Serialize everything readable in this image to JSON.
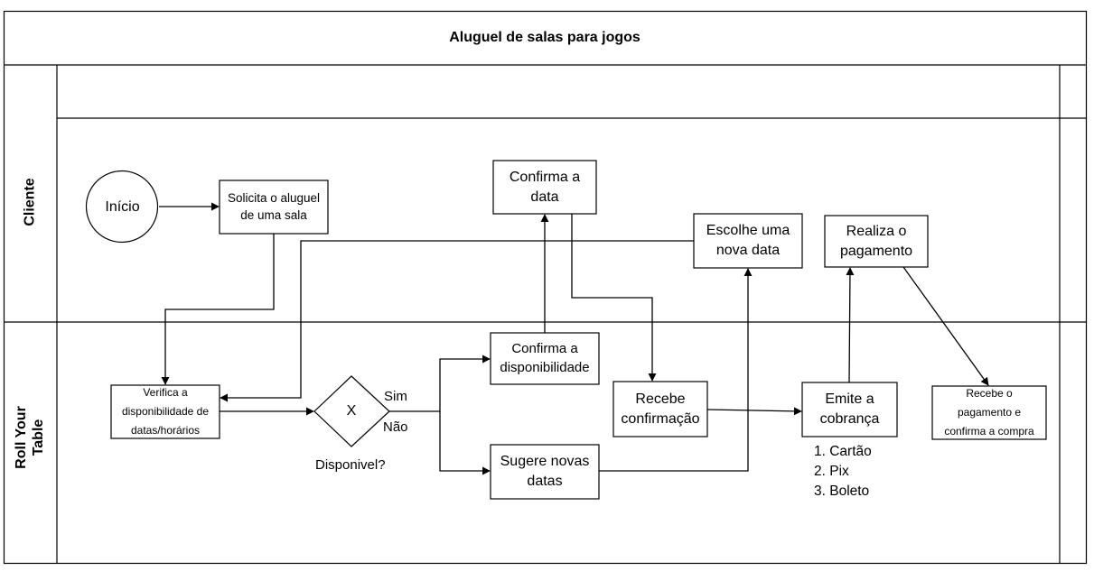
{
  "title": "Aluguel de salas para jogos",
  "lanes": {
    "cliente": "Cliente",
    "roll_your_table_line1": "Roll Your",
    "roll_your_table_line2": "Table"
  },
  "nodes": {
    "inicio": "Início",
    "solicita": "Solicita o aluguel de uma sala",
    "verifica": "Verifica a disponibilidade de datas/horários",
    "gateway_symbol": "X",
    "gateway_label": "Disponivel?",
    "sim": "Sim",
    "nao": "Não",
    "confirma_disponibilidade": "Confirma a disponibilidade",
    "sugere_novas_datas": "Sugere novas datas",
    "confirma_data": "Confirma a data",
    "escolhe_nova_data": "Escolhe uma nova data",
    "recebe_confirmacao": "Recebe confirmação",
    "emite_cobranca": "Emite a cobrança",
    "payment_options": [
      "1. Cartão",
      "2. Pix",
      "3. Boleto"
    ],
    "realiza_pagamento": "Realiza o pagamento",
    "recebe_pagamento": "Recebe o pagamento e confirma a compra"
  },
  "colors": {
    "stroke": "#000000",
    "background": "#ffffff"
  }
}
